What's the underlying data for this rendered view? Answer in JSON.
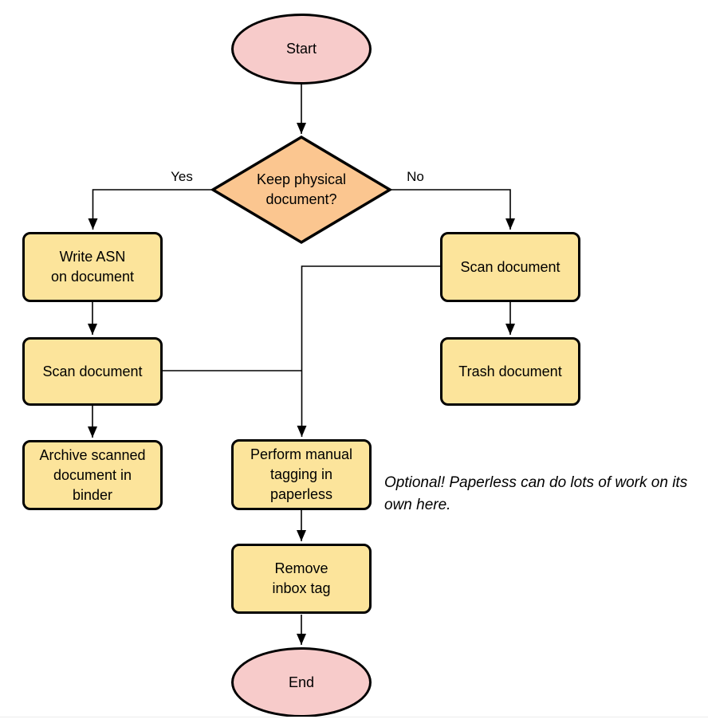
{
  "diagram": {
    "type": "flowchart",
    "nodes": {
      "start": {
        "label": "Start",
        "shape": "terminal"
      },
      "decision": {
        "label": "Keep physical\ndocument?",
        "shape": "decision"
      },
      "write_asn": {
        "label": "Write ASN\non document",
        "shape": "process"
      },
      "scan_left": {
        "label": "Scan document",
        "shape": "process"
      },
      "archive": {
        "label": "Archive scanned\ndocument in\nbinder",
        "shape": "process"
      },
      "scan_right": {
        "label": "Scan document",
        "shape": "process"
      },
      "trash": {
        "label": "Trash document",
        "shape": "process"
      },
      "tagging": {
        "label": "Perform manual\ntagging in\npaperless",
        "shape": "process"
      },
      "remove_inbox": {
        "label": "Remove\ninbox tag",
        "shape": "process"
      },
      "end": {
        "label": "End",
        "shape": "terminal"
      }
    },
    "edges": [
      {
        "from": "start",
        "to": "decision",
        "label": ""
      },
      {
        "from": "decision",
        "to": "write_asn",
        "label": "Yes"
      },
      {
        "from": "decision",
        "to": "scan_right",
        "label": "No"
      },
      {
        "from": "write_asn",
        "to": "scan_left",
        "label": ""
      },
      {
        "from": "scan_left",
        "to": "archive",
        "label": ""
      },
      {
        "from": "scan_right",
        "to": "trash",
        "label": ""
      },
      {
        "from": "scan_right",
        "to": "tagging",
        "label": ""
      },
      {
        "from": "scan_left",
        "to": "tagging",
        "label": ""
      },
      {
        "from": "tagging",
        "to": "remove_inbox",
        "label": ""
      },
      {
        "from": "remove_inbox",
        "to": "end",
        "label": ""
      }
    ],
    "note": {
      "text": "Optional! Paperless can do lots of work on its own here."
    }
  },
  "colors": {
    "terminal_fill": "#F7CBCA",
    "decision_fill": "#FBC690",
    "process_fill": "#FCE49B",
    "stroke": "#000000"
  }
}
